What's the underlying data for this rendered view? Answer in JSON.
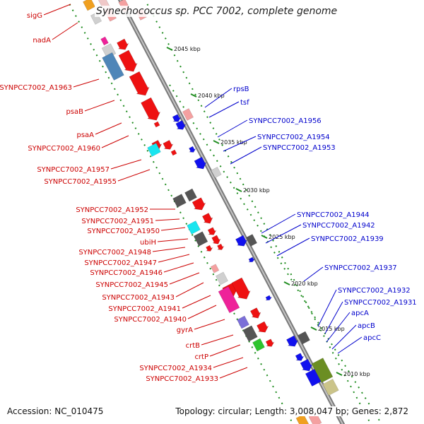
{
  "title": "Synechococcus sp. PCC 7002, complete genome",
  "footer": {
    "accession": "Accession: NC_010475",
    "topology": "Topology: circular; Length: 3,008,047 bp; Genes: 2,872"
  },
  "colors": {
    "forward": "#cc0000",
    "reverse": "#0000cc",
    "backbone": "#8c8c8c",
    "tick": "#1e8c1e"
  },
  "ticks": [
    "2045 kbp",
    "2040 kbp",
    "2035 kbp",
    "2030 kbp",
    "2025 kbp",
    "2020 kbp",
    "2015 kbp",
    "2010 kbp"
  ],
  "left_labels": [
    "sigG",
    "nadA",
    "SYNPCC7002_A1963",
    "psaB",
    "psaA",
    "SYNPCC7002_A1960",
    "SYNPCC7002_A1957",
    "SYNPCC7002_A1955",
    "SYNPCC7002_A1952",
    "SYNPCC7002_A1951",
    "SYNPCC7002_A1950",
    "ubiH",
    "SYNPCC7002_A1948",
    "SYNPCC7002_A1947",
    "SYNPCC7002_A1946",
    "SYNPCC7002_A1945",
    "SYNPCC7002_A1943",
    "SYNPCC7002_A1941",
    "SYNPCC7002_A1940",
    "gyrA",
    "crtB",
    "crtP",
    "SYNPCC7002_A1934",
    "SYNPCC7002_A1933"
  ],
  "right_labels": [
    "rpsB",
    "tsf",
    "SYNPCC7002_A1956",
    "SYNPCC7002_A1954",
    "SYNPCC7002_A1953",
    "SYNPCC7002_A1944",
    "SYNPCC7002_A1942",
    "SYNPCC7002_A1939",
    "SYNPCC7002_A1937",
    "SYNPCC7002_A1932",
    "SYNPCC7002_A1931",
    "apcA",
    "apcB",
    "apcC"
  ]
}
